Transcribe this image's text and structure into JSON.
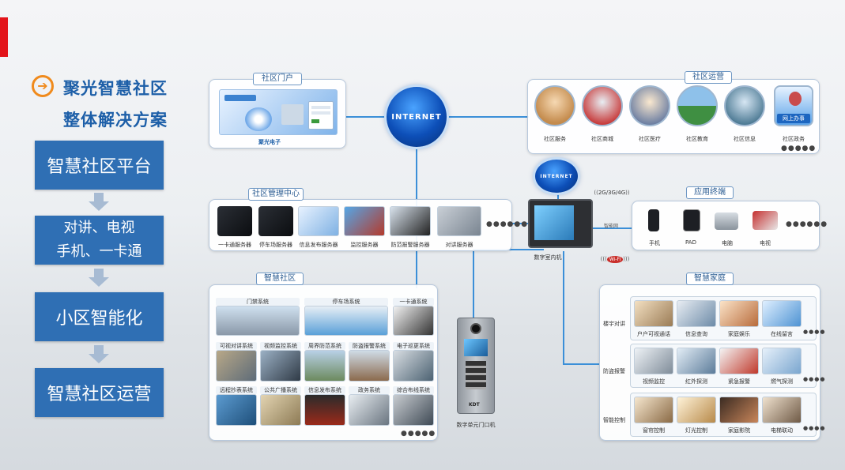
{
  "heading": {
    "arrow_icon": "right-arrow-circle-icon",
    "line1": "聚光智慧社区",
    "line2": "整体解决方案"
  },
  "steps": [
    {
      "label": "智慧社区平台"
    },
    {
      "label_line1": "对讲、电视",
      "label_line2": "手机、一卡通"
    },
    {
      "label": "小区智能化"
    },
    {
      "label": "智慧社区运营"
    }
  ],
  "portal": {
    "title": "社区门户",
    "logo_text": "聚光电子"
  },
  "internet": {
    "main_label": "INTERNET",
    "small_label": "INTERNET"
  },
  "operations": {
    "title": "社区运营",
    "items": [
      "社区服务",
      "社区商城",
      "社区医疗",
      "社区教育",
      "社区信息",
      "社区政务"
    ],
    "gov_badge": "网上办事",
    "more": "●●●●●"
  },
  "management": {
    "title": "社区管理中心",
    "items": [
      "一卡通服务器",
      "停车场服务器",
      "信息发布服务器",
      "监控服务器",
      "防范报警服务器",
      "对讲服务器"
    ],
    "more": "●●●●●●"
  },
  "indoor_unit": {
    "label": "数字室内机"
  },
  "wireless": {
    "cellular": "2G/3G/4G",
    "wifi": "Wi-Fi",
    "smart_net": "智能网"
  },
  "terminals": {
    "title": "应用终端",
    "items": [
      "手机",
      "PAD",
      "电脑",
      "电视"
    ],
    "more": "●●●●●●"
  },
  "smart_community": {
    "title": "智慧社区",
    "rows": [
      [
        "门禁系统",
        "停车场系统",
        "一卡通系统"
      ],
      [
        "可视对讲系统",
        "视频监控系统",
        "周界防范系统",
        "防盗报警系统",
        "电子巡更系统"
      ],
      [
        "远程抄表系统",
        "公共广播系统",
        "信息发布系统",
        "政务系统",
        "综合布线系统"
      ]
    ],
    "more": "●●●●●"
  },
  "door_unit": {
    "label": "数字单元门口机",
    "brand": "KDT"
  },
  "smart_home": {
    "title": "智慧家庭",
    "rows": [
      {
        "label": "楼宇对讲",
        "items": [
          "户户可视通话",
          "信息查询",
          "家庭娱乐",
          "在线留言"
        ],
        "more": "●●●●"
      },
      {
        "label": "防盗报警",
        "items": [
          "视频监控",
          "红外探测",
          "紧急报警",
          "燃气探测"
        ],
        "more": "●●●●"
      },
      {
        "label": "智能控制",
        "items": [
          "窗帘控制",
          "灯光控制",
          "家庭影院",
          "电梯联动"
        ],
        "more": "●●●●"
      }
    ]
  },
  "colors": {
    "accent_red": "#e3141a",
    "heading_blue": "#1d5fa8",
    "step_blue": "#2f6fb4",
    "line_blue": "#3b8fd8",
    "arrow_orange": "#f08a1c"
  }
}
